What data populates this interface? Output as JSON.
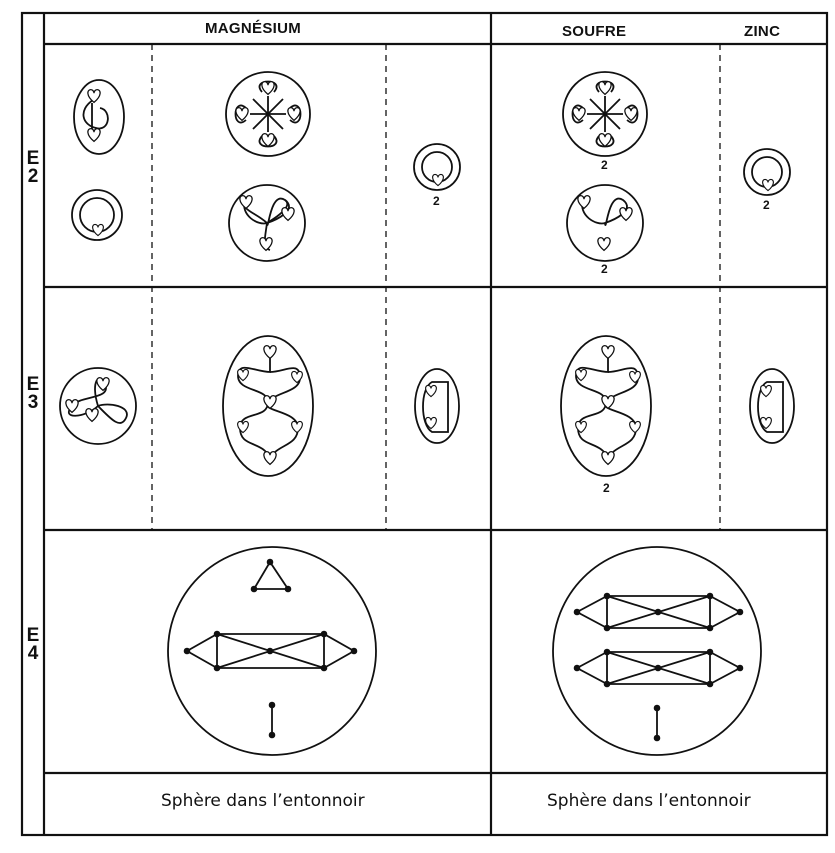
{
  "headers": {
    "magnesium": "MAGNÉSIUM",
    "soufre": "SOUFRE",
    "zinc": "ZINC"
  },
  "rows": {
    "e2": [
      "E",
      "2"
    ],
    "e3": [
      "E",
      "3"
    ],
    "e4": [
      "E",
      "4"
    ]
  },
  "multiplier_label": "2",
  "footer": {
    "magnesium": "Sphère dans l’entonnoir",
    "soufre": "Sphère dans l’entonnoir"
  }
}
